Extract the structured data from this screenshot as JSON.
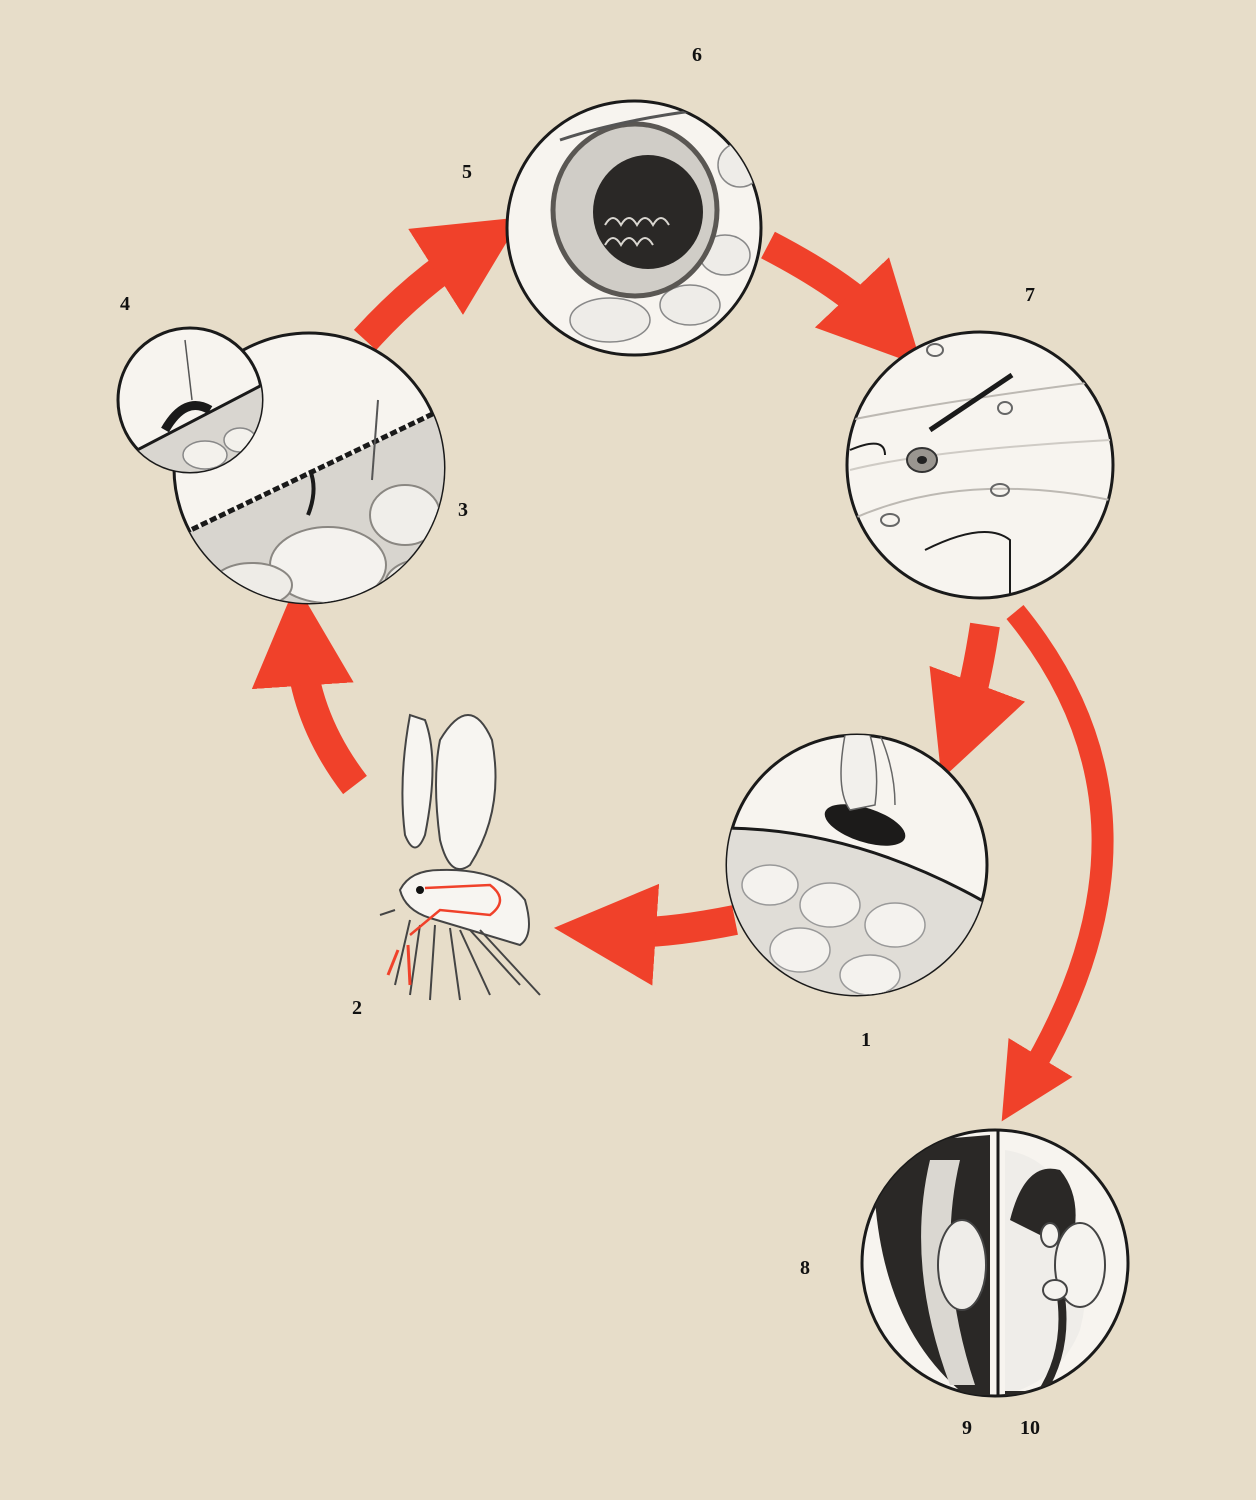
{
  "labels": {
    "n1": "1",
    "n2": "2",
    "n3": "3",
    "n4": "4",
    "n5": "5",
    "n6": "6",
    "n7": "7",
    "n8": "8",
    "n9": "9",
    "n10": "10"
  },
  "colors": {
    "background": "#e7ddc9",
    "arrow": "#f0412a",
    "ink": "#1a1a1a",
    "circle_fill": "#f7f4ef"
  }
}
